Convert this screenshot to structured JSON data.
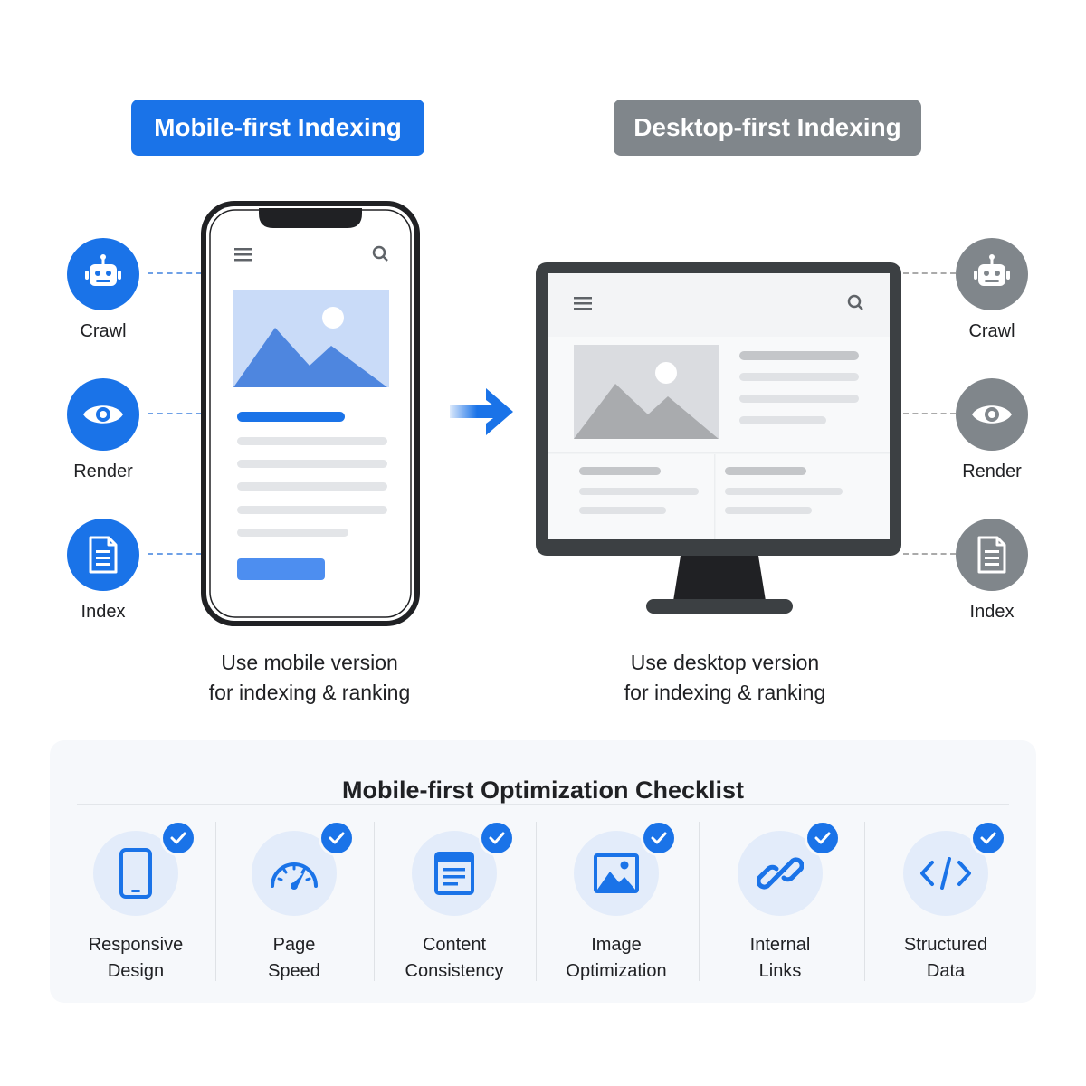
{
  "headers": {
    "mobile": "Mobile-first Indexing",
    "desktop": "Desktop-first Indexing"
  },
  "mobile_steps": [
    {
      "label": "Crawl",
      "icon": "robot-icon"
    },
    {
      "label": "Render",
      "icon": "eye-icon"
    },
    {
      "label": "Index",
      "icon": "document-icon"
    }
  ],
  "desktop_steps": [
    {
      "label": "Crawl",
      "icon": "robot-icon"
    },
    {
      "label": "Render",
      "icon": "eye-icon"
    },
    {
      "label": "Index",
      "icon": "document-icon"
    }
  ],
  "captions": {
    "mobile_line1": "Use mobile version",
    "mobile_line2": "for indexing & ranking",
    "desktop_line1": "Use desktop version",
    "desktop_line2": "for indexing & ranking"
  },
  "checklist": {
    "title": "Mobile-first Optimization Checklist",
    "items": [
      {
        "line1": "Responsive",
        "line2": "Design",
        "icon": "smartphone-icon"
      },
      {
        "line1": "Page",
        "line2": "Speed",
        "icon": "speedometer-icon"
      },
      {
        "line1": "Content",
        "line2": "Consistency",
        "icon": "article-icon"
      },
      {
        "line1": "Image",
        "line2": "Optimization",
        "icon": "image-icon"
      },
      {
        "line1": "Internal",
        "line2": "Links",
        "icon": "link-icon"
      },
      {
        "line1": "Structured",
        "line2": "Data",
        "icon": "code-icon"
      }
    ]
  },
  "colors": {
    "accent_blue": "#1a73e8",
    "neutral_gray": "#80868b",
    "panel_background": "#f6f8fb"
  }
}
